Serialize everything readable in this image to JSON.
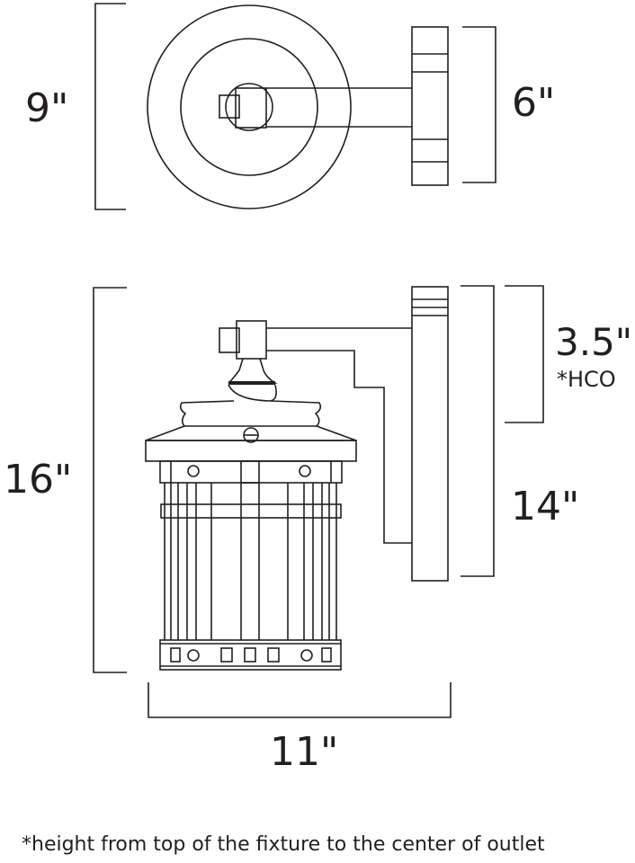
{
  "dimensions": {
    "top_height": "9\"",
    "backplate_height": "6\"",
    "overall_height": "16\"",
    "hco": "3.5\"",
    "hco_label": "*HCO",
    "backplate_tall": "14\"",
    "width": "11\""
  },
  "footnote": "*height from top of the fixture to the center of outlet"
}
